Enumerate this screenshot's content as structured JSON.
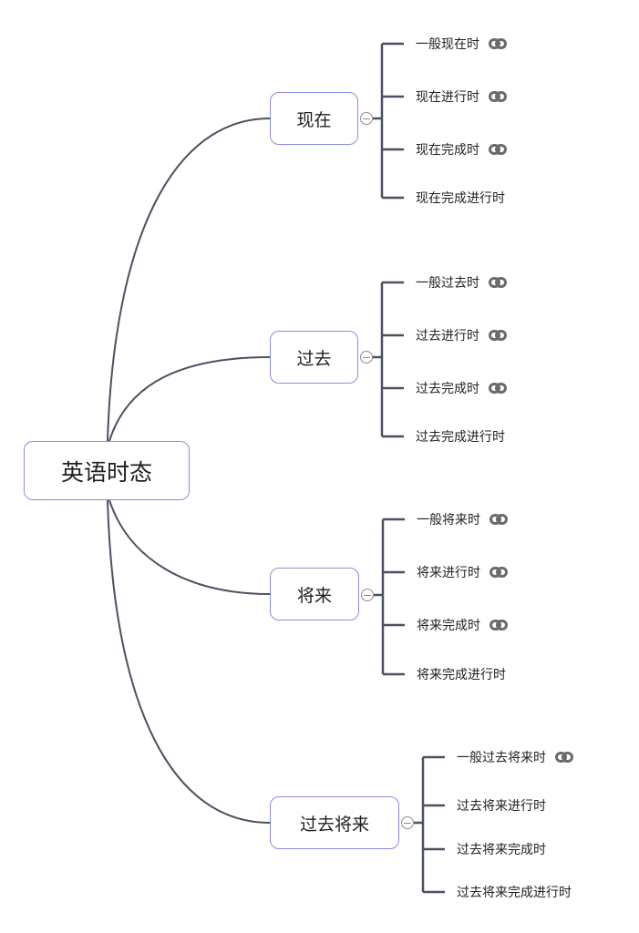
{
  "mindmap": {
    "root": {
      "label": "英语时态"
    },
    "colors": {
      "border": "#8a8ee0",
      "line": "#4a5160",
      "link_icon": "#6b6b6b"
    },
    "branches": [
      {
        "label": "现在",
        "children": [
          {
            "label": "一般现在时",
            "link": true
          },
          {
            "label": "现在进行时",
            "link": true
          },
          {
            "label": "现在完成时",
            "link": true
          },
          {
            "label": "现在完成进行时",
            "link": false
          }
        ]
      },
      {
        "label": "过去",
        "children": [
          {
            "label": "一般过去时",
            "link": true
          },
          {
            "label": "过去进行时",
            "link": true
          },
          {
            "label": "过去完成时",
            "link": true
          },
          {
            "label": "过去完成进行时",
            "link": false
          }
        ]
      },
      {
        "label": "将来",
        "children": [
          {
            "label": "一般将来时",
            "link": true
          },
          {
            "label": "将来进行时",
            "link": true
          },
          {
            "label": "将来完成时",
            "link": true
          },
          {
            "label": "将来完成进行时",
            "link": false
          }
        ]
      },
      {
        "label": "过去将来",
        "children": [
          {
            "label": "一般过去将来时",
            "link": true
          },
          {
            "label": "过去将来进行时",
            "link": false
          },
          {
            "label": "过去将来完成时",
            "link": false
          },
          {
            "label": "过去将来完成进行时",
            "link": false
          }
        ]
      }
    ]
  }
}
